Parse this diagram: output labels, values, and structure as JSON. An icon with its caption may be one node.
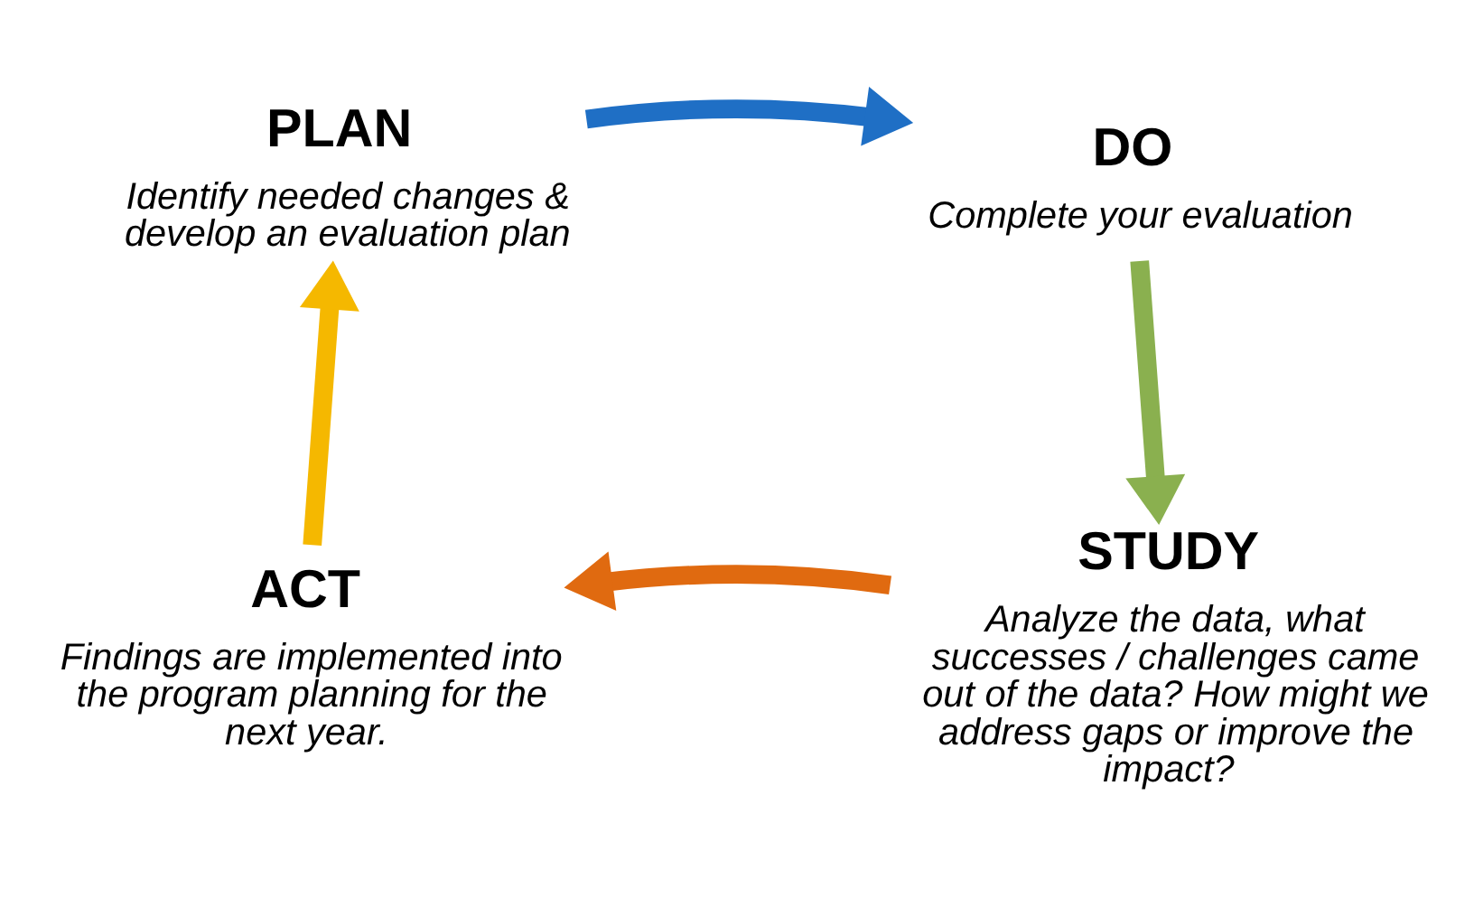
{
  "diagram": {
    "nodes": [
      {
        "text": [
          "PLAN",
          "Identify needed changes & develop an evaluation plan"
        ]
      },
      {
        "text": [
          "DO",
          "Complete your evaluation"
        ]
      },
      {
        "text": [
          "STUDY",
          "Analyze the data, what successes / challenges came out of the data? How might we address gaps or improve the impact?"
        ]
      },
      {
        "text": [
          "ACT",
          "Findings are implemented into the program planning for the next year."
        ]
      }
    ],
    "edges": [
      {
        "from": 0,
        "to": 1,
        "arrow": "to",
        "color": "#1f6fc5"
      },
      {
        "from": 1,
        "to": 2,
        "arrow": "to",
        "color": "#8ab04f"
      },
      {
        "from": 2,
        "to": 3,
        "arrow": "to",
        "color": "#e06a10"
      },
      {
        "from": 3,
        "to": 0,
        "arrow": "to",
        "color": "#f5b800"
      }
    ]
  }
}
